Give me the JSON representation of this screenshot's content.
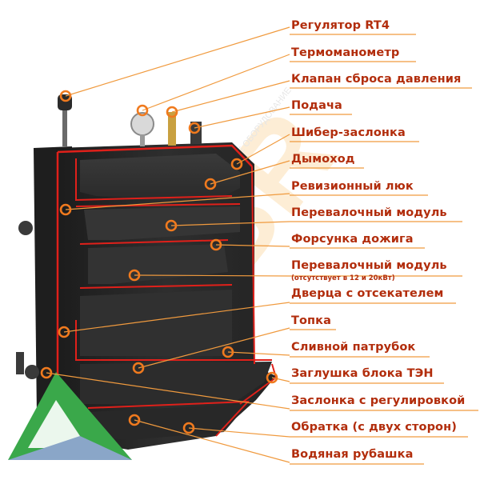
{
  "labels": {
    "l1": "Регулятор RT4",
    "l2": "Термоманометр",
    "l3": "Клапан сброса давления",
    "l4": "Подача",
    "l5": "Шибер-заслонка",
    "l6": "Дымоход",
    "l7": "Ревизионный люк",
    "l8": "Перевалочный модуль",
    "l9": "Форсунка дожига",
    "l10": "Перевалочный модуль",
    "l10_note": "(отсутствует в 12 и 20кВт)",
    "l11": "Дверца с отсекателем",
    "l12": "Топка",
    "l13": "Сливной патрубок",
    "l14": "Заглушка блока ТЭН",
    "l15": "Заслонка с регулировкой",
    "l16": "Обратка (с двух сторон)",
    "l17": "Водяная рубашка"
  },
  "watermark": {
    "brand": "ZUBR",
    "tagline": "КОТЕЛЬНОЕ ОБОРУДОВАНИЕ"
  },
  "colors": {
    "label_text": "#b22d0c",
    "leader_line": "#f09a3e",
    "marker": "#f07a1e",
    "boiler_body": "#2b2b2b",
    "cutaway_edge": "#e0201a"
  }
}
